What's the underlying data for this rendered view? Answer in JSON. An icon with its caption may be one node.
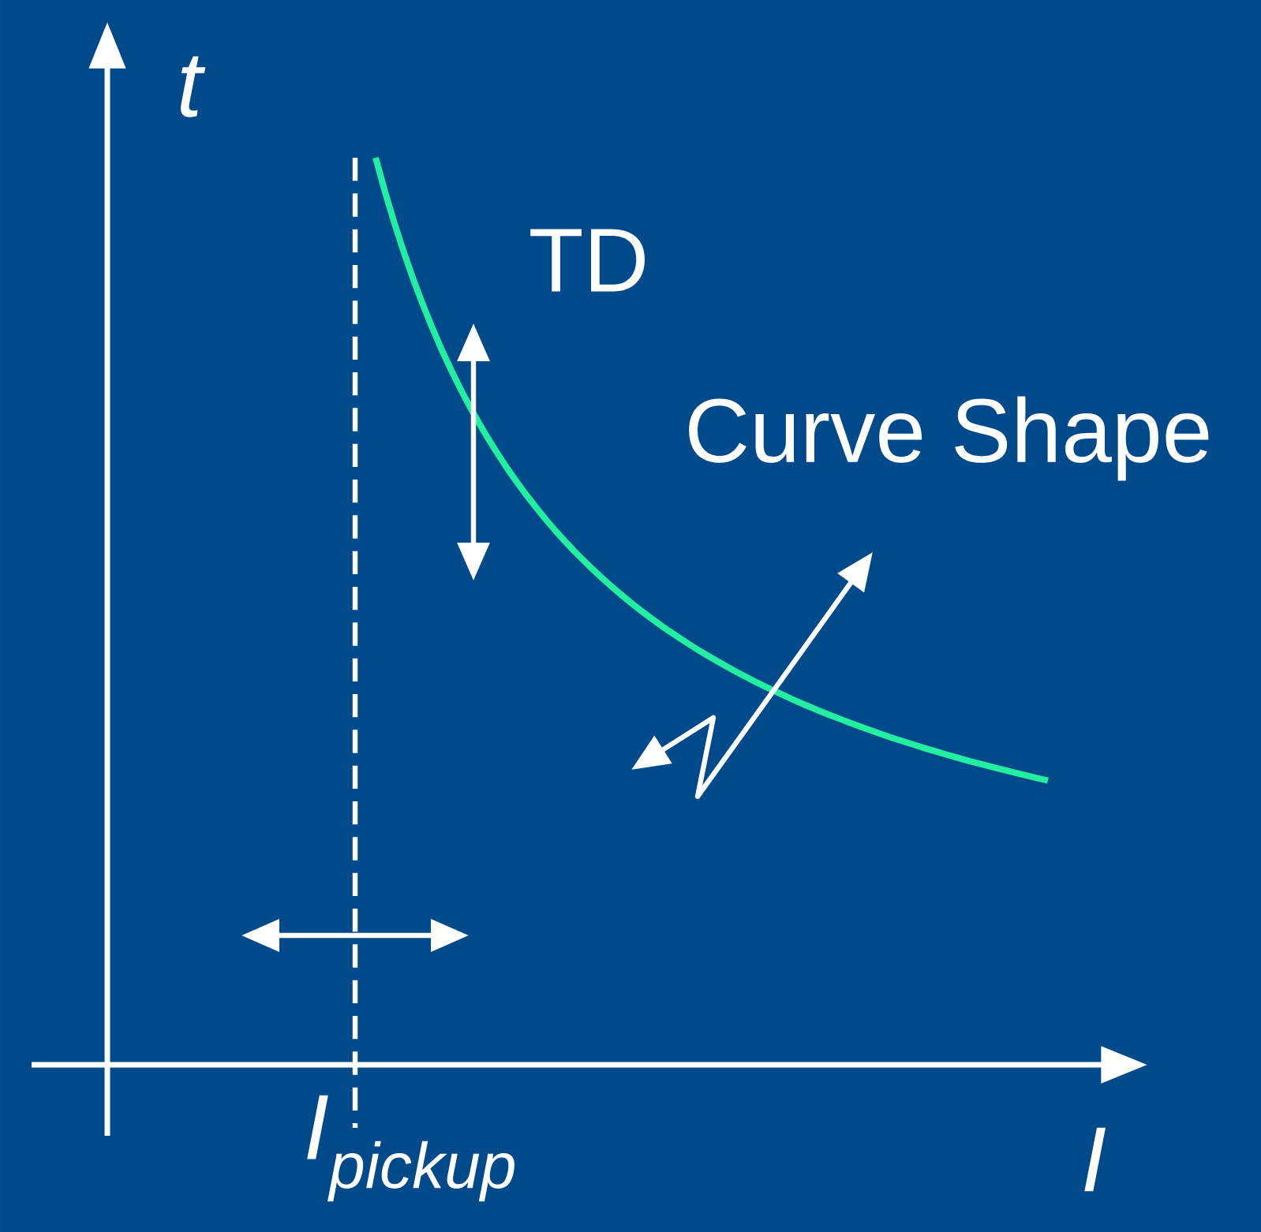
{
  "diagram": {
    "labels": [
      "t",
      "TD",
      "Curve Shape",
      "I",
      "I$_{pickup}$"
    ]
  }
}
